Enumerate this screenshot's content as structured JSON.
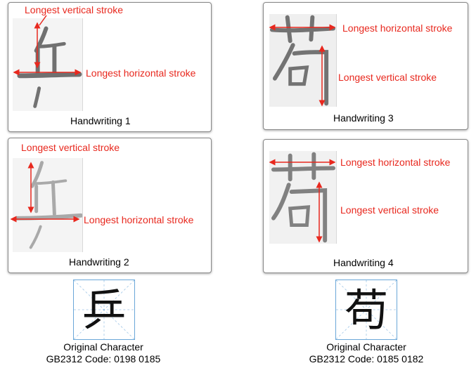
{
  "labels": {
    "vertical": "Longest vertical stroke",
    "horizontal": "Longest horizontal stroke"
  },
  "handwritings": [
    {
      "caption": "Handwriting 1"
    },
    {
      "caption": "Handwriting 2"
    },
    {
      "caption": "Handwriting 3"
    },
    {
      "caption": "Handwriting 4"
    }
  ],
  "originals": [
    {
      "glyph": "乒",
      "title": "Original Character",
      "code": "GB2312 Code: 0198 0185"
    },
    {
      "glyph": "苟",
      "title": "Original Character",
      "code": "GB2312 Code: 0185 0182"
    }
  ],
  "colors": {
    "annotation_red": "#e8281e",
    "grid_blue": "#6aa7d8",
    "panel_border": "#8a8a8a"
  }
}
